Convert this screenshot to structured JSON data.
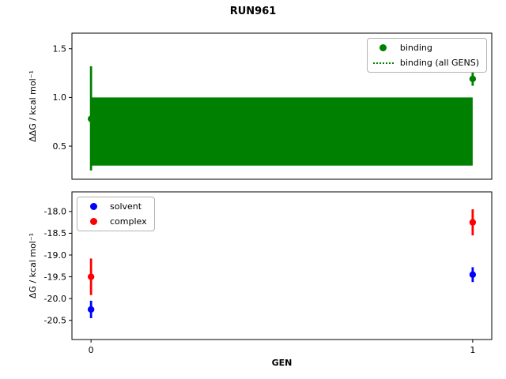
{
  "title": "RUN961",
  "chart_data": [
    {
      "type": "scatter",
      "name": "ddg",
      "ylabel": "ΔΔG / kcal mol⁻¹",
      "xlabel": "",
      "xlim": [
        -0.05,
        1.05
      ],
      "ylim": [
        0.16,
        1.66
      ],
      "yticks": [
        0.5,
        1.0,
        1.5
      ],
      "xticks": [
        0,
        1
      ],
      "grid": false,
      "legend_position": "upper right",
      "legend": [
        "binding",
        "binding (all GENS)"
      ],
      "series": [
        {
          "name": "binding",
          "color": "#008000",
          "marker": "circle",
          "x": [
            0,
            1
          ],
          "y": [
            0.78,
            1.19
          ],
          "err_lo": [
            0.25,
            1.12
          ],
          "err_hi": [
            1.32,
            1.26
          ]
        }
      ],
      "band": {
        "name": "binding (all GENS)",
        "color": "#008000",
        "style": "dotted",
        "center": 0.64,
        "lo": 0.3,
        "hi": 1.0,
        "x_range": [
          0,
          1
        ]
      }
    },
    {
      "type": "scatter",
      "name": "dg",
      "ylabel": "ΔG / kcal mol⁻¹",
      "xlabel": "GEN",
      "xlim": [
        -0.05,
        1.05
      ],
      "ylim": [
        -20.94,
        -17.55
      ],
      "yticks": [
        -18.0,
        -18.5,
        -19.0,
        -19.5,
        -20.0,
        -20.5
      ],
      "xticks": [
        0,
        1
      ],
      "grid": false,
      "legend_position": "upper left",
      "legend": [
        "solvent",
        "complex"
      ],
      "series": [
        {
          "name": "solvent",
          "color": "#0000ff",
          "marker": "circle",
          "x": [
            0,
            1
          ],
          "y": [
            -20.25,
            -19.45
          ],
          "err": [
            0.2,
            0.17
          ]
        },
        {
          "name": "complex",
          "color": "#ff0000",
          "marker": "circle",
          "x": [
            0,
            1
          ],
          "y": [
            -19.5,
            -18.25
          ],
          "err": [
            0.42,
            0.3
          ]
        }
      ]
    }
  ]
}
